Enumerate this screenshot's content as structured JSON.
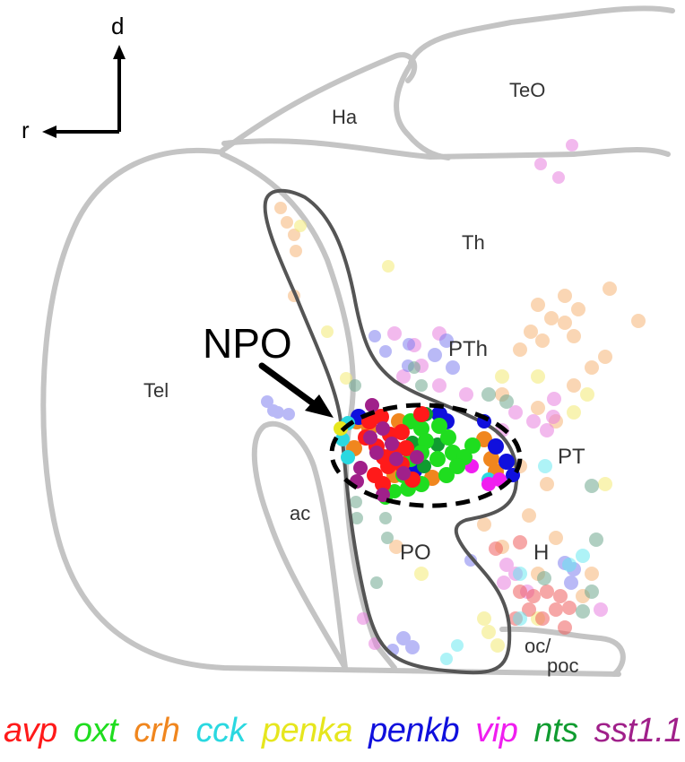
{
  "figure": {
    "axes": {
      "dorsal": "d",
      "rostral": "r"
    },
    "regions": {
      "TeO": "TeO",
      "Ha": "Ha",
      "Th": "Th",
      "Tel": "Tel",
      "PTh": "PTh",
      "PT": "PT",
      "H": "H",
      "ac": "ac",
      "PO": "PO",
      "oc_poc_line1": "oc/",
      "oc_poc_line2": "poc"
    },
    "highlight_label": "NPO"
  },
  "legend": [
    {
      "gene": "avp",
      "color": "#ff1a1a"
    },
    {
      "gene": "oxt",
      "color": "#1fdd1f"
    },
    {
      "gene": "crh",
      "color": "#f0861e"
    },
    {
      "gene": "cck",
      "color": "#2ad8e0"
    },
    {
      "gene": "penka",
      "color": "#e6e61e"
    },
    {
      "gene": "penkb",
      "color": "#1010dd"
    },
    {
      "gene": "vip",
      "color": "#f01ef0"
    },
    {
      "gene": "nts",
      "color": "#109c30"
    },
    {
      "gene": "sst1.1",
      "color": "#a0208a"
    }
  ]
}
